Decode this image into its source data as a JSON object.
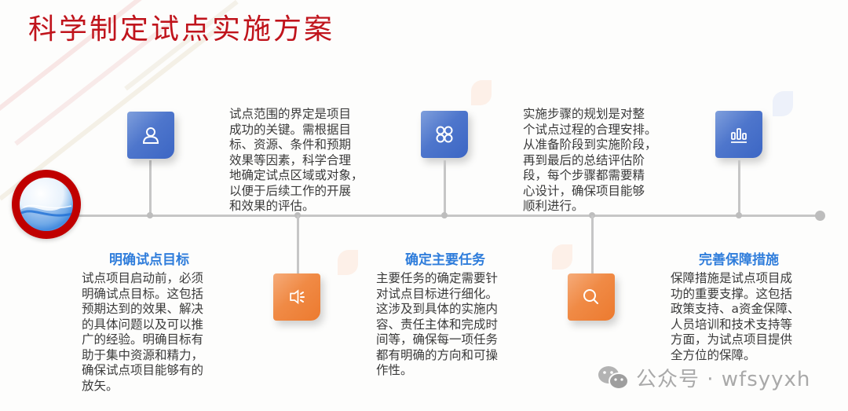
{
  "slide": {
    "title": "科学制定试点实施方案"
  },
  "colors": {
    "title": "#c0141c",
    "heading": "#2f7ddb",
    "icon_blue": "#4e76cc",
    "icon_orange": "#f08a45",
    "timeline": "#c6c6c6",
    "start_ring": "#c00000"
  },
  "steps": [
    {
      "heading": "明确试点目标",
      "body": "试点项目启动前，必须\n明确试点目标。这包括\n预期达到的效果、解决\n的具体问题以及可以推\n广的经验。明确目标有\n助于集中资源和精力，\n确保试点项目能够有的\n放矢。",
      "icon": "user-icon",
      "icon_color": "blue"
    },
    {
      "heading": "",
      "body": "试点范围的界定是项目\n成功的关键。需根据目\n标、资源、条件和预期\n效果等因素，科学合理\n地确定试点区域或对象，\n以便于后续工作的开展\n和效果的评估。",
      "icon": "speaker-icon",
      "icon_color": "orange"
    },
    {
      "heading": "确定主要任务",
      "body": "主要任务的确定需要针\n对试点目标进行细化。\n这涉及到具体的实施内\n容、责任主体和完成时\n间等，确保每一项任务\n都有明确的方向和可操\n作性。",
      "icon": "grid-icon",
      "icon_color": "blue"
    },
    {
      "heading": "",
      "body": "实施步骤的规划是对整\n个试点过程的合理安排。\n从准备阶段到实施阶段，\n再到最后的总结评估阶\n段，每个步骤都需要精\n心设计，确保项目能够\n顺利进行。",
      "icon": "search-icon",
      "icon_color": "orange"
    },
    {
      "heading": "完善保障措施",
      "body": "保障措施是试点项目成\n功的重要支撑。这包括\n政策支持、a资金保障、\n人员培训和技术支持等\n方面，为试点项目提供\n全方位的保障。",
      "icon": "bar-chart-icon",
      "icon_color": "blue"
    }
  ],
  "watermark": {
    "icon": "wechat-icon",
    "text": "公众号 · wfsyyxh"
  }
}
